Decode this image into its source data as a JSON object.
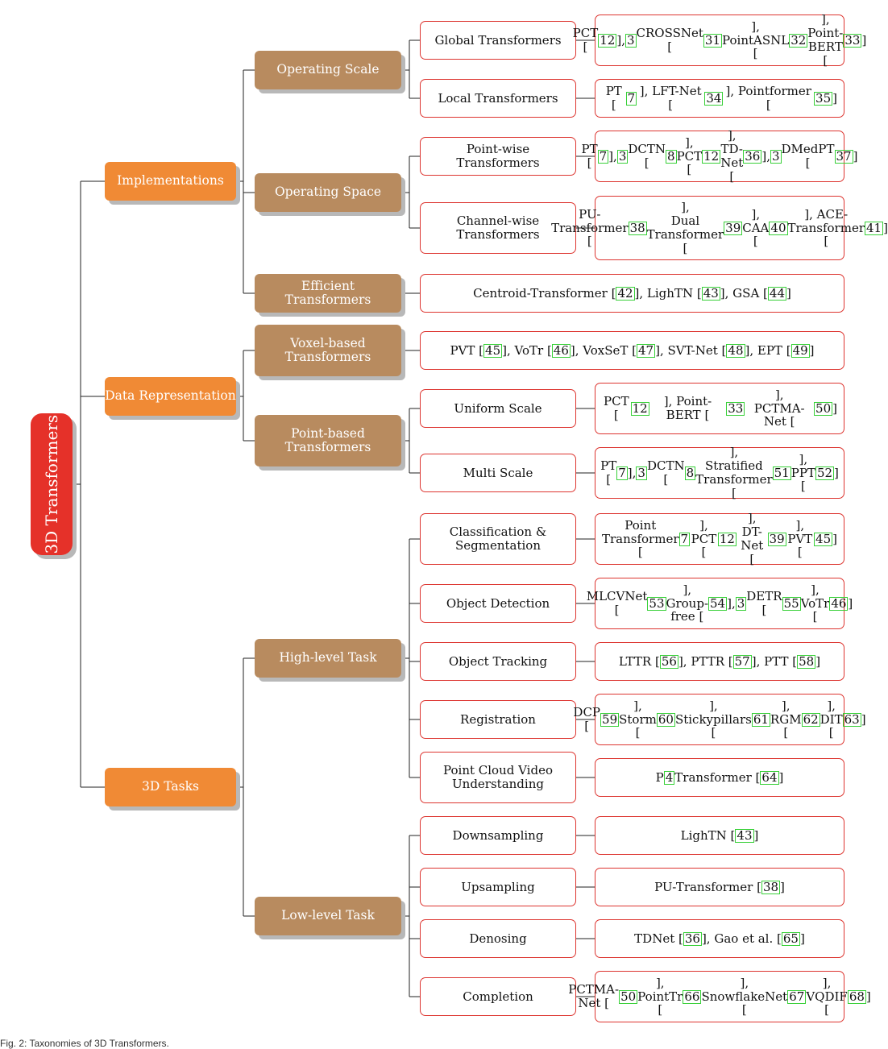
{
  "root": {
    "label": "3D Transformers"
  },
  "level1": [
    {
      "id": "impl",
      "label": "Implementations"
    },
    {
      "id": "repr",
      "label": "Data Representation"
    },
    {
      "id": "tasks",
      "label": "3D Tasks"
    }
  ],
  "level2": [
    {
      "id": "opscale",
      "label": "Operating Scale"
    },
    {
      "id": "opspace",
      "label": "Operating Space"
    },
    {
      "id": "efficient",
      "label": "Efficient Transformers"
    },
    {
      "id": "voxel",
      "label": "Voxel-based Transformers"
    },
    {
      "id": "point",
      "label": "Point-based Transformers"
    },
    {
      "id": "high",
      "label": "High-level Task"
    },
    {
      "id": "low",
      "label": "Low-level Task"
    }
  ],
  "level3": [
    {
      "id": "global",
      "label": "Global Transformers"
    },
    {
      "id": "local",
      "label": "Local Transformers"
    },
    {
      "id": "pointwise",
      "label": "Point-wise Transformers"
    },
    {
      "id": "channelwise",
      "label": "Channel-wise Transformers"
    },
    {
      "id": "uniform",
      "label": "Uniform Scale"
    },
    {
      "id": "multi",
      "label": "Multi Scale"
    },
    {
      "id": "clsseg",
      "label": "Classification & Segmentation"
    },
    {
      "id": "det",
      "label": "Object Detection"
    },
    {
      "id": "track",
      "label": "Object Tracking"
    },
    {
      "id": "reg",
      "label": "Registration"
    },
    {
      "id": "video",
      "label": "Point Cloud Video Understanding"
    },
    {
      "id": "down",
      "label": "Downsampling"
    },
    {
      "id": "up",
      "label": "Upsampling"
    },
    {
      "id": "denoise",
      "label": "Denosing"
    },
    {
      "id": "complete",
      "label": "Completion"
    }
  ],
  "leaves": [
    {
      "id": "L_global",
      "text": "PCT [12], 3CROSSNet [31],\nPointASNL [32], Point-BERT [33]"
    },
    {
      "id": "L_local",
      "text": "PT [7], LFT-Net [34], Pointformer [35]"
    },
    {
      "id": "L_pointwise",
      "text": "PT [7], 3DCTN [8], PCT [12],\nTD-Net [36], 3DMedPT [37]"
    },
    {
      "id": "L_channel",
      "text": "PU-Transformer [38],\nDual Transformer [39],\nCAA [40], ACE-Transformer [41]"
    },
    {
      "id": "L_efficient",
      "text": "Centroid-Transformer [42], LighTN [43], GSA [44]"
    },
    {
      "id": "L_voxel",
      "text": "PVT [45], VoTr [46], VoxSeT [47], SVT-Net [48], EPT [49]"
    },
    {
      "id": "L_uniform",
      "text": "PCT [12], Point-BERT [33],\nPCTMA-Net [50]"
    },
    {
      "id": "L_multi",
      "text": "PT [7], 3DCTN [8],\nStratified Transformer [51], PPT [52]"
    },
    {
      "id": "L_clsseg",
      "text": "Point Transformer [7], PCT [12],\nDT-Net [39], PVT [45]"
    },
    {
      "id": "L_det",
      "text": "MLCVNet [53], Group-free [54],\n3DETR [55], VoTr [46]"
    },
    {
      "id": "L_track",
      "text": "LTTR [56], PTTR [57], PTT [58]"
    },
    {
      "id": "L_reg",
      "text": "DCP [59], Storm [60], Stickypillars [61],\nRGM [62], DIT [63]"
    },
    {
      "id": "L_video",
      "text": "P4Transformer [64]"
    },
    {
      "id": "L_down",
      "text": "LighTN [43]"
    },
    {
      "id": "L_up",
      "text": "PU-Transformer [38]"
    },
    {
      "id": "L_denoise",
      "text": "TDNet [36], Gao et al. [65]"
    },
    {
      "id": "L_complete",
      "text": "PCTMA-Net [50], PointTr [66],\nSnowflakeNet [67], VQDIF [68]"
    }
  ],
  "caption": "Fig. 2: Taxonomies of 3D Transformers."
}
